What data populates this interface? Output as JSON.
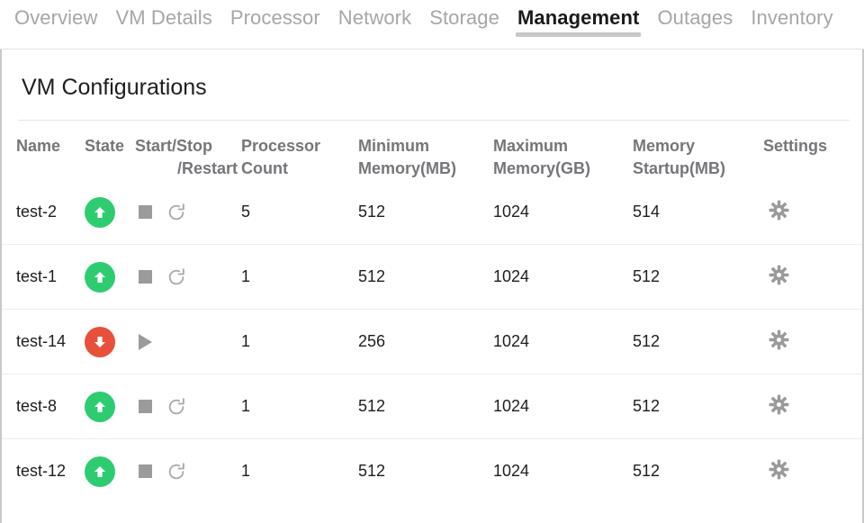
{
  "tabs": [
    {
      "label": "Overview",
      "active": false
    },
    {
      "label": "VM Details",
      "active": false
    },
    {
      "label": "Processor",
      "active": false
    },
    {
      "label": "Network",
      "active": false
    },
    {
      "label": "Storage",
      "active": false
    },
    {
      "label": "Management",
      "active": true
    },
    {
      "label": "Outages",
      "active": false
    },
    {
      "label": "Inventory",
      "active": false
    }
  ],
  "panel": {
    "title": "VM Configurations"
  },
  "table": {
    "columns": {
      "name": {
        "line1": "Name",
        "line2": ""
      },
      "state": {
        "line1": "State",
        "line2": ""
      },
      "actions": {
        "line1": "Start/Stop",
        "line2": "/Restart"
      },
      "processor": {
        "line1": "Processor",
        "line2": "Count"
      },
      "min_memory": {
        "line1": "Minimum",
        "line2": "Memory(MB)"
      },
      "max_memory": {
        "line1": "Maximum",
        "line2": "Memory(GB)"
      },
      "startup_mem": {
        "line1": "Memory",
        "line2": "Startup(MB)"
      },
      "settings": {
        "line1": "Settings",
        "line2": ""
      }
    },
    "rows": [
      {
        "name": "test-2",
        "state": "running",
        "processor_count": "5",
        "min_memory": "512",
        "max_memory": "1024",
        "startup_memory": "514"
      },
      {
        "name": "test-1",
        "state": "running",
        "processor_count": "1",
        "min_memory": "512",
        "max_memory": "1024",
        "startup_memory": "512"
      },
      {
        "name": "test-14",
        "state": "stopped",
        "processor_count": "1",
        "min_memory": "256",
        "max_memory": "1024",
        "startup_memory": "512"
      },
      {
        "name": "test-8",
        "state": "running",
        "processor_count": "1",
        "min_memory": "512",
        "max_memory": "1024",
        "startup_memory": "512"
      },
      {
        "name": "test-12",
        "state": "running",
        "processor_count": "1",
        "min_memory": "512",
        "max_memory": "1024",
        "startup_memory": "512"
      }
    ]
  },
  "icons": {
    "running_state": "arrow-up-circle-icon",
    "stopped_state": "arrow-down-circle-icon",
    "stop_action": "stop-square-icon",
    "restart_action": "restart-circular-arrow-icon",
    "start_action": "play-triangle-icon",
    "settings_action": "gear-icon"
  },
  "colors": {
    "running": "#2ecc71",
    "stopped": "#e8503a",
    "icon_gray": "#9b9b9b",
    "header_text": "#75767a",
    "tab_inactive": "#a4a6a8",
    "tab_active": "#1a1a1a",
    "active_underline": "#c8c8c8"
  }
}
